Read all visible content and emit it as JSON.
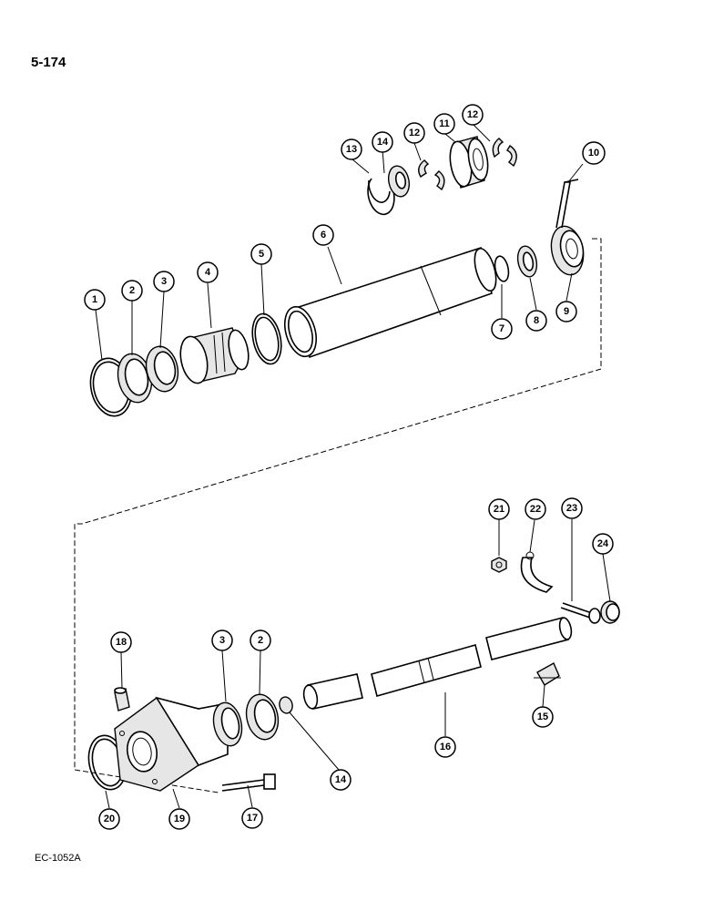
{
  "page_label": "5-174",
  "footer_code": "EC-1052A",
  "callouts": {
    "c1": "1",
    "c2": "2",
    "c3": "3",
    "c4": "4",
    "c5": "5",
    "c6": "6",
    "c7": "7",
    "c8": "8",
    "c9": "9",
    "c10": "10",
    "c11": "11",
    "c12a": "12",
    "c12b": "12",
    "c13": "13",
    "c14a": "14",
    "c18": "18",
    "c3b": "3",
    "c2b": "2",
    "c14b": "14",
    "c16": "16",
    "c15": "15",
    "c21": "21",
    "c22": "22",
    "c23": "23",
    "c24": "24",
    "c20": "20",
    "c19": "19",
    "c17": "17"
  }
}
